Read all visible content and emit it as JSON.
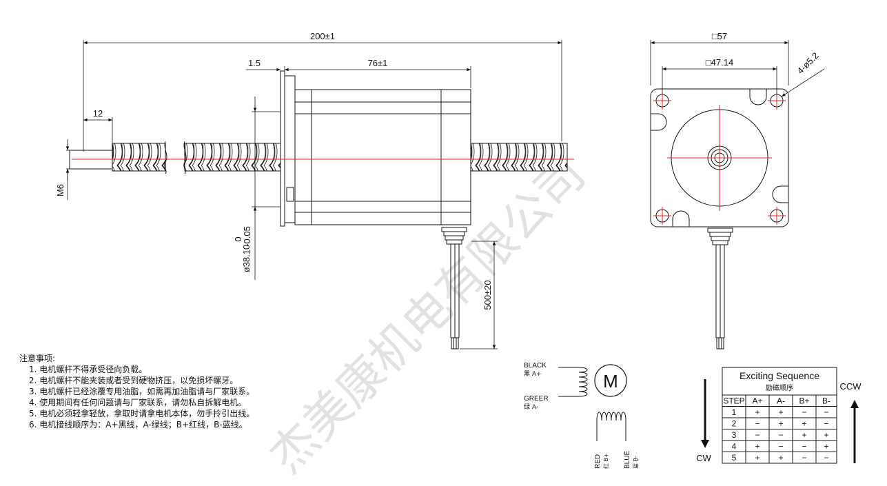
{
  "dimensions": {
    "total_length": "200±1",
    "body_length": "76±1",
    "flange_thickness": "1.5",
    "shaft_end_length": "12",
    "thread": "M6",
    "pilot_diameter": "ø38.10",
    "pilot_tol_upper": "0",
    "pilot_tol_lower": "-0.05",
    "lead_length": "500±20",
    "frame_size": "□57",
    "hole_spacing": "□47.14",
    "mount_holes": "4-ø5.2"
  },
  "notes": {
    "title": "注意事项:",
    "items": [
      "1. 电机螺杆不得承受径向负载。",
      "2. 电机螺杆不能夹装或者受到硬物挤压，以免损坏螺牙。",
      "3. 电机螺杆已经涂覆专用油脂，如需再加油脂请与厂家联系。",
      "4. 使用期间有任何问题请与厂家联系，请勿私自拆解电机。",
      "5. 电机必须轻拿轻放，拿取时请拿电机本体，勿手拎引出线。",
      "6.  电机接线顺序为：A+黑线，A-绿线；B+红线，B-蓝线。"
    ]
  },
  "wiring": {
    "black_en": "BLACK",
    "black_cn": "黑 A+",
    "green_en": "GREER",
    "green_cn": "绿 A-",
    "red_en": "RED",
    "red_cn": "红 B+",
    "blue_en": "BLUE",
    "blue_cn": "蓝 B-",
    "motor_symbol": "M"
  },
  "sequence": {
    "title": "Exciting Sequence",
    "subtitle": "励磁顺序",
    "headers": [
      "STEP",
      "A+",
      "A-",
      "B+",
      "B-"
    ],
    "rows": [
      [
        "1",
        "+",
        "+",
        "−",
        "−"
      ],
      [
        "2",
        "−",
        "+",
        "+",
        "−"
      ],
      [
        "3",
        "−",
        "−",
        "+",
        "+"
      ],
      [
        "4",
        "+",
        "−",
        "−",
        "+"
      ],
      [
        "5",
        "+",
        "+",
        "−",
        "−"
      ]
    ],
    "cw_label": "CW",
    "ccw_label": "CCW"
  },
  "watermark": "杰美康机电有限公司"
}
